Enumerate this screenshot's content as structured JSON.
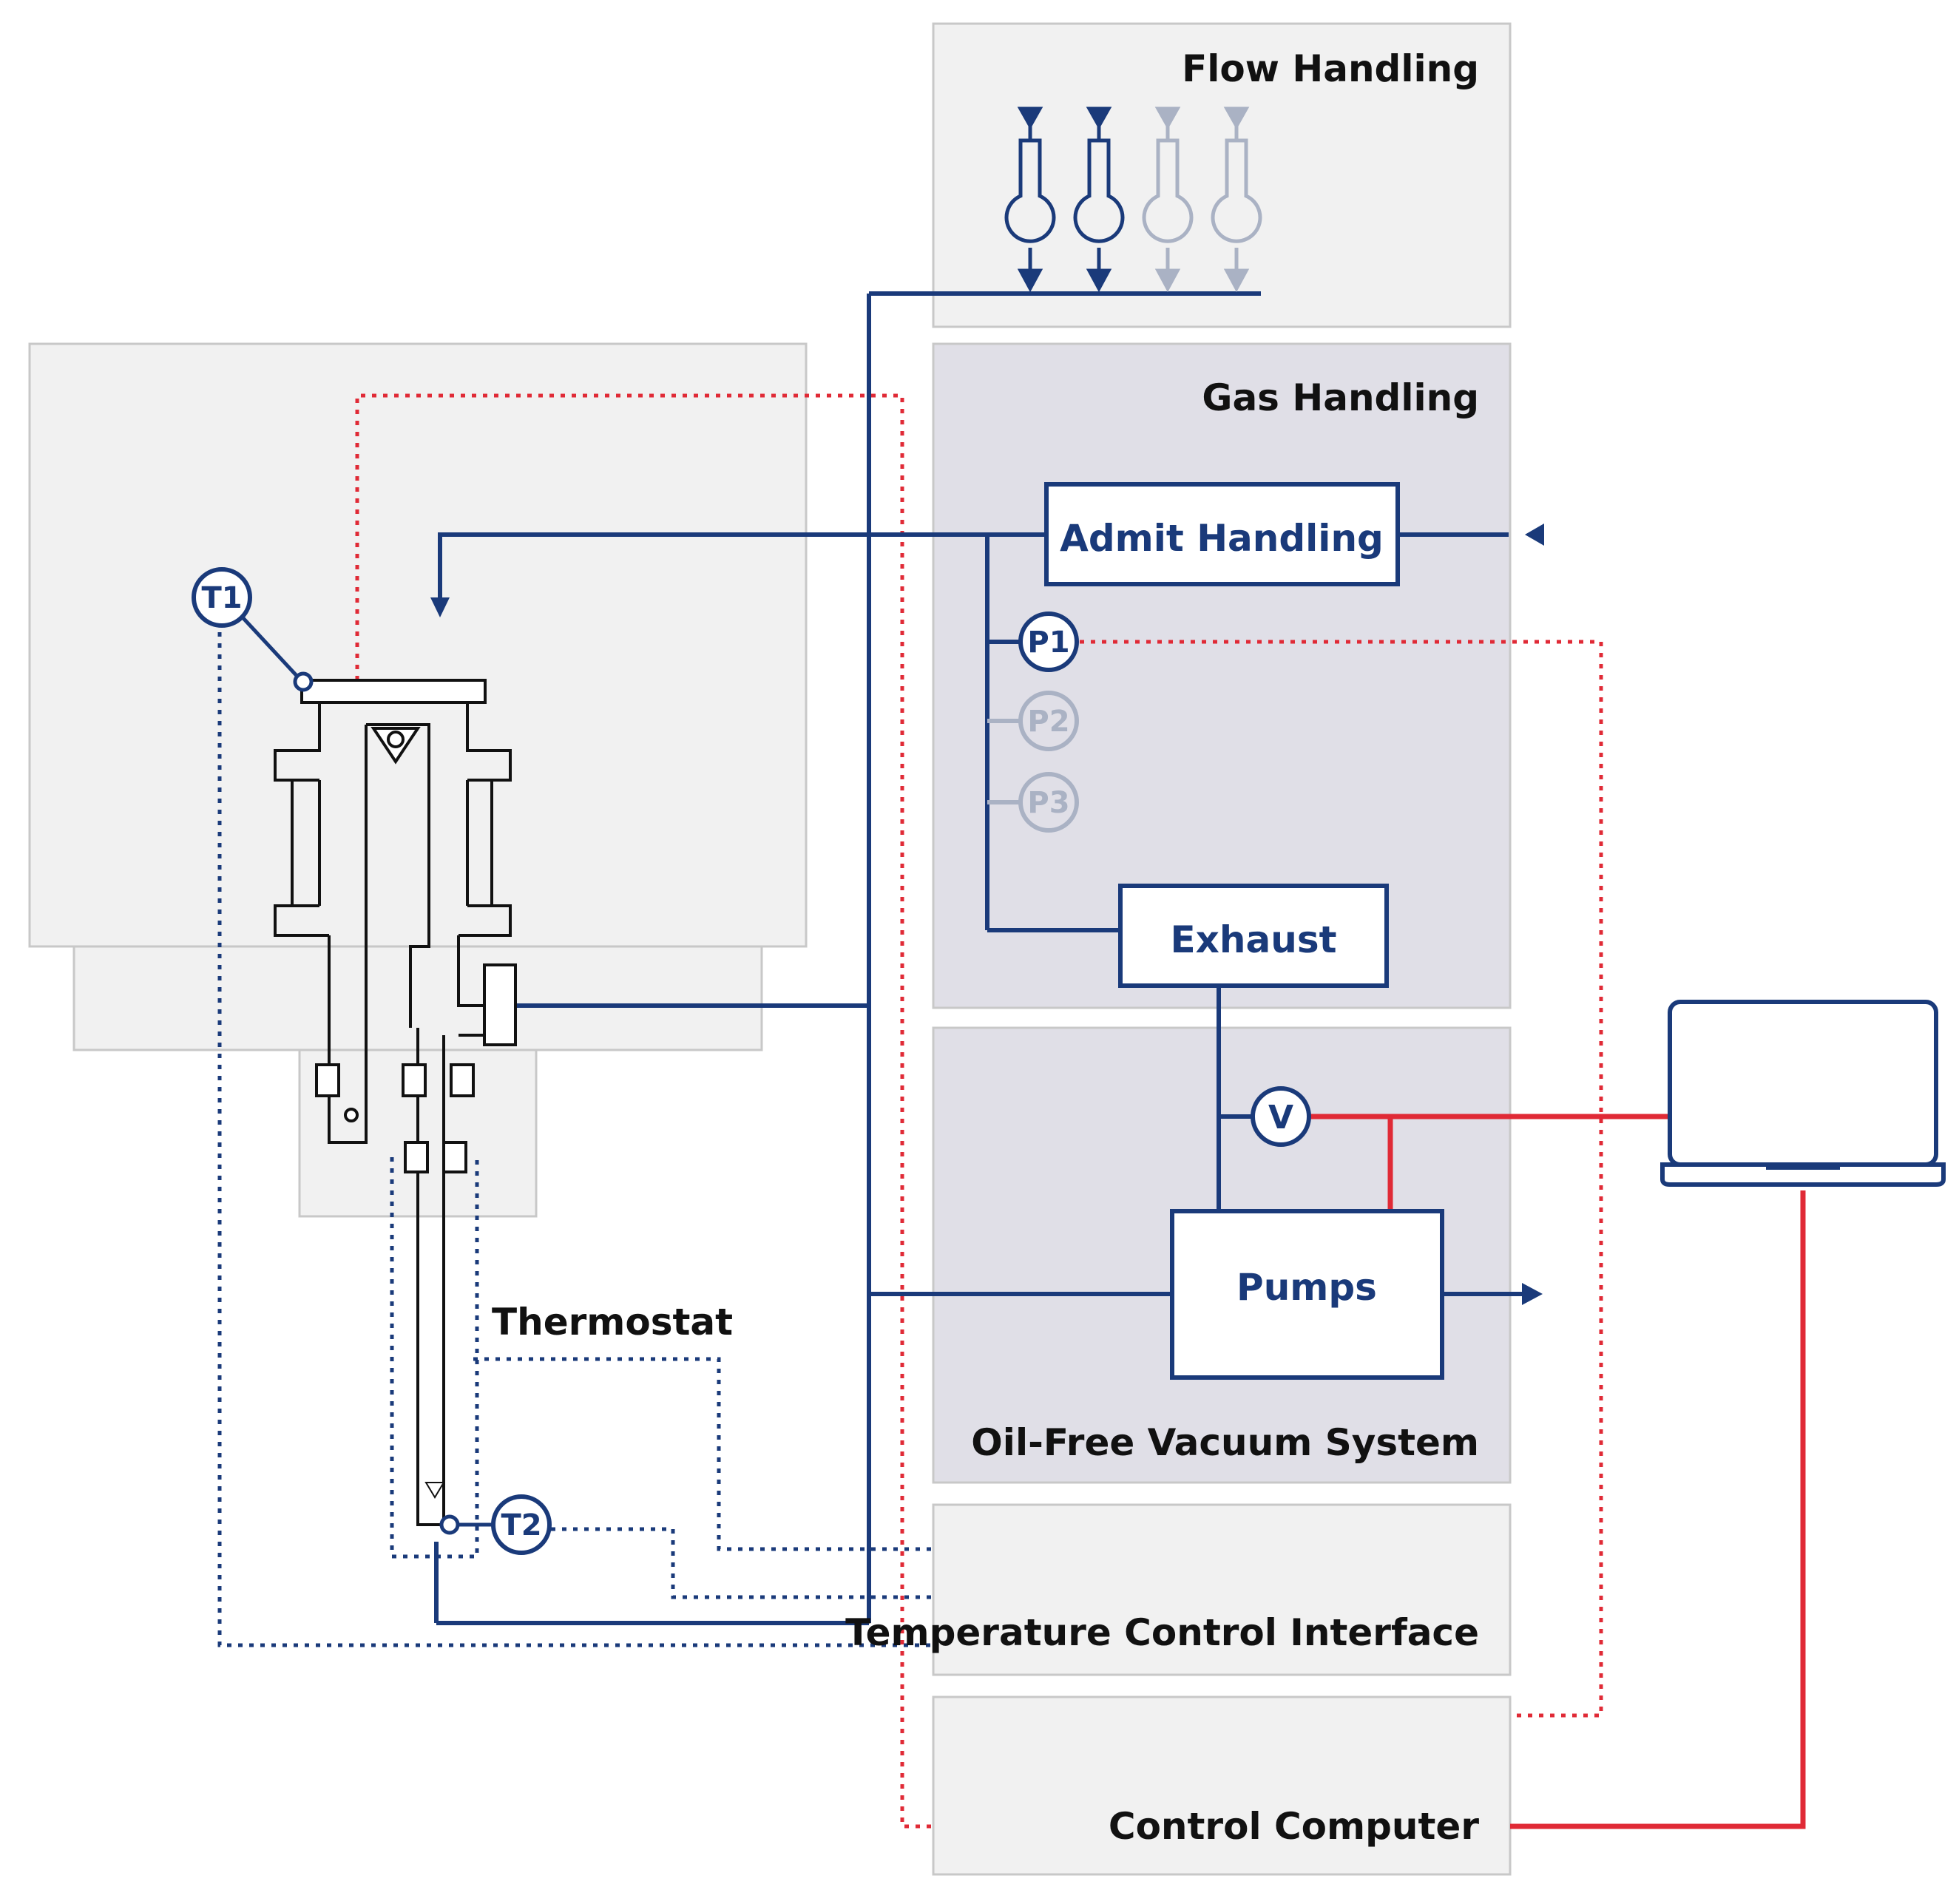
{
  "colors": {
    "navy": "#1a3a7a",
    "red": "#e02a36",
    "panel_light": "#f1f1f1",
    "panel_dark": "#e0dfe7",
    "panel_border": "#cccccc",
    "faded": "#aab2c4"
  },
  "panels": {
    "flow_handling": "Flow Handling",
    "gas_handling": "Gas Handling",
    "vacuum_system": "Oil-Free Vacuum System",
    "temperature_interface": "Temperature Control Interface",
    "control_computer": "Control Computer"
  },
  "boxes": {
    "admit_handling": "Admit Handling",
    "exhaust": "Exhaust",
    "pumps": "Pumps"
  },
  "gauges": {
    "p1": "P1",
    "p2": "P2",
    "p3": "P3",
    "v": "V",
    "t1": "T1",
    "t2": "T2"
  },
  "labels": {
    "thermostat": "Thermostat"
  },
  "icons": {
    "computer": "laptop-icon",
    "flow_controllers": "mass-flow-controller-icon"
  }
}
